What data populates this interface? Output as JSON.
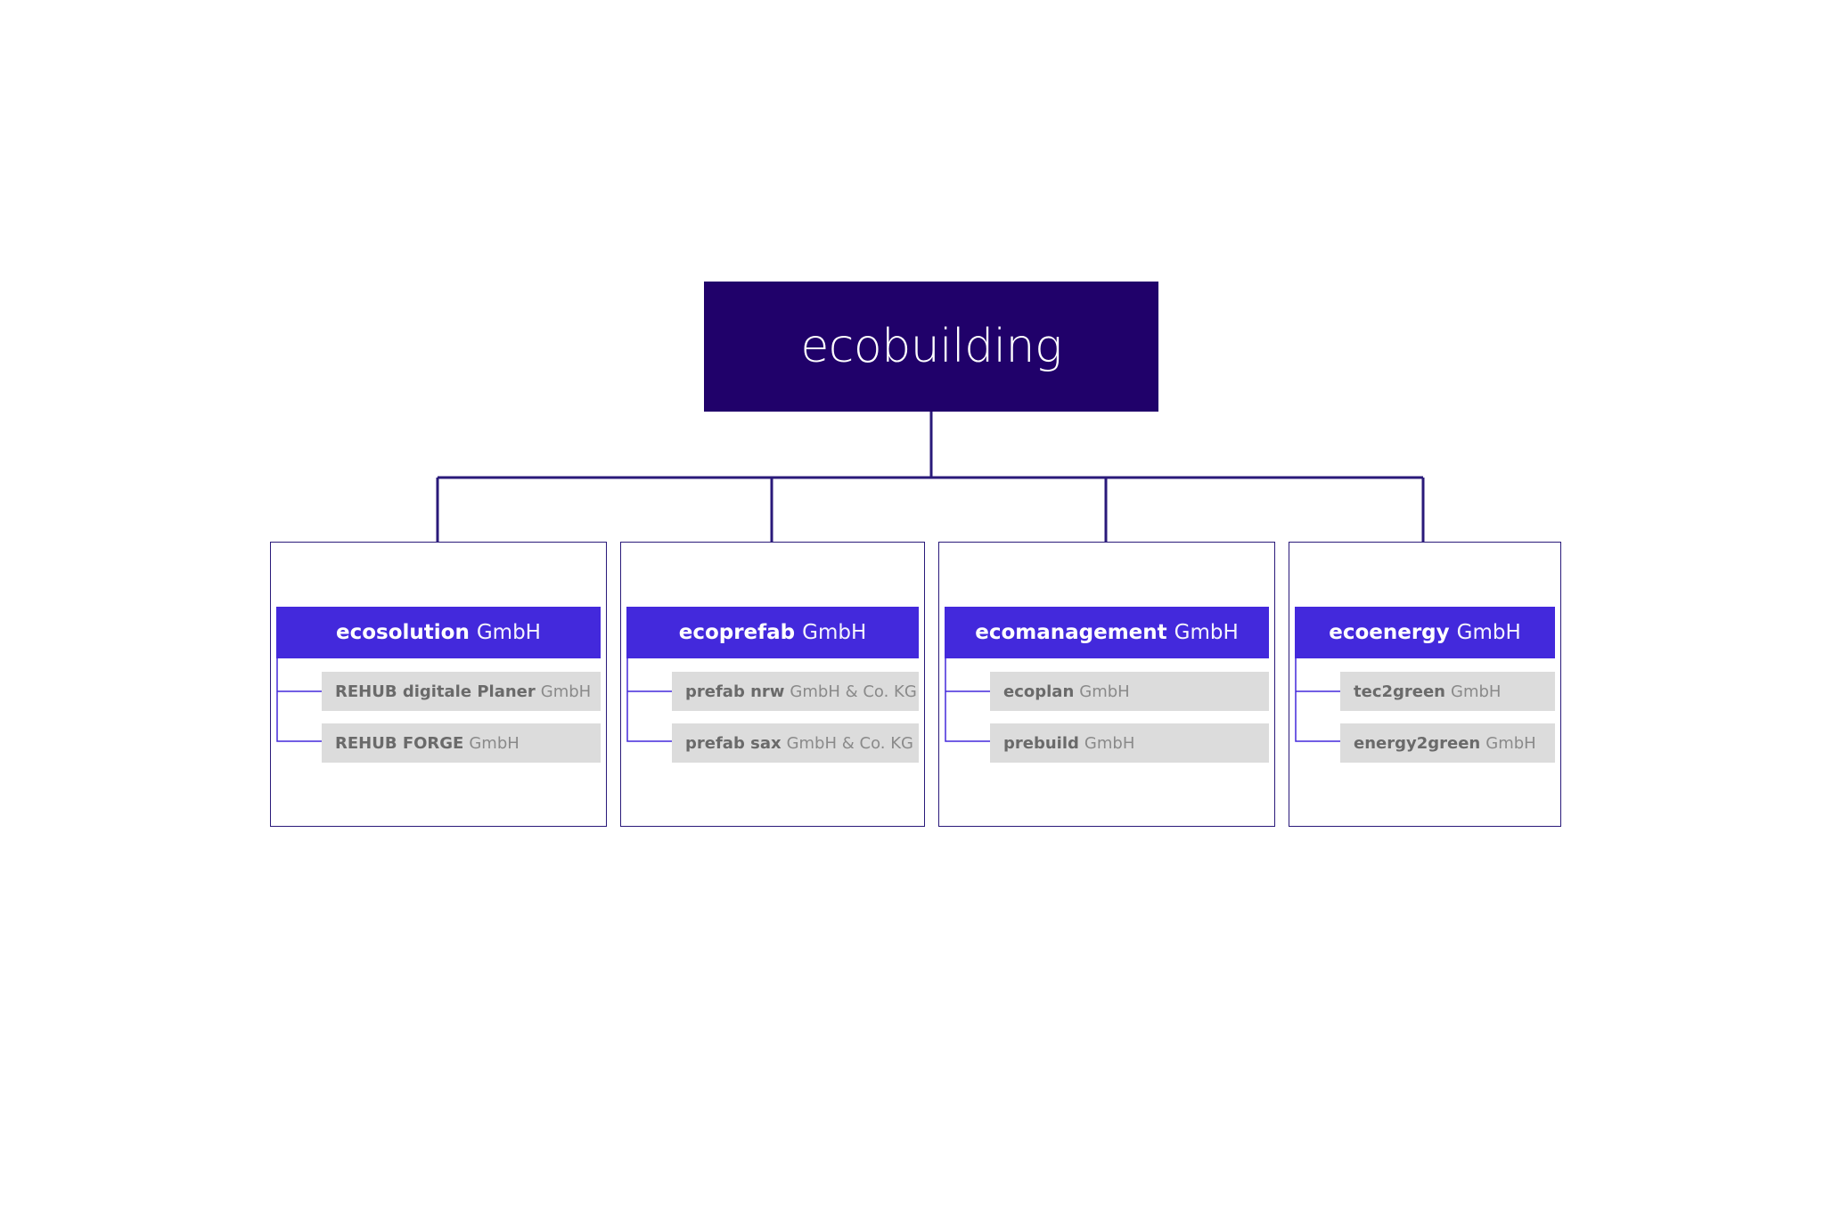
{
  "root": {
    "label": "ecobuilding"
  },
  "companies": [
    {
      "name_bold": "ecosolution",
      "name_light": "GmbH",
      "subs": [
        {
          "bold": "REHUB digitale Planer",
          "light": "GmbH"
        },
        {
          "bold": "REHUB FORGE",
          "light": "GmbH"
        }
      ]
    },
    {
      "name_bold": "ecoprefab",
      "name_light": "GmbH",
      "subs": [
        {
          "bold": "prefab nrw",
          "light": "GmbH & Co. KG"
        },
        {
          "bold": "prefab sax",
          "light": "GmbH & Co. KG"
        }
      ]
    },
    {
      "name_bold": "ecomanagement",
      "name_light": "GmbH",
      "subs": [
        {
          "bold": "ecoplan",
          "light": "GmbH"
        },
        {
          "bold": "prebuild",
          "light": "GmbH"
        }
      ]
    },
    {
      "name_bold": "ecoenergy",
      "name_light": "GmbH",
      "subs": [
        {
          "bold": "tec2green",
          "light": "GmbH"
        },
        {
          "bold": "energy2green",
          "light": "GmbH"
        }
      ]
    }
  ],
  "colors": {
    "root_bg": "#20016a",
    "header_bg": "#4329dc",
    "sub_bg": "#dcdcdc",
    "line": "#2a1a7a"
  }
}
